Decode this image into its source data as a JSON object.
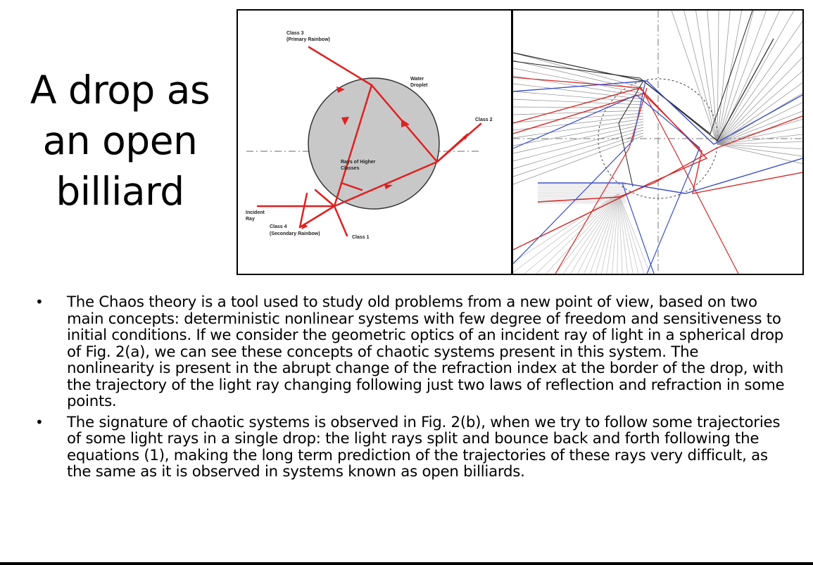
{
  "slide": {
    "title": "A drop as\nan open\nbilliard",
    "figure_a": {
      "labels": {
        "class3": "Class 3",
        "class3_sub": "(Primary Rainbow)",
        "water": "Water",
        "droplet": "Droplet",
        "class2": "Class 2",
        "higher": "Rays of Higher",
        "higher_sub": "Classes",
        "incident": "Incident",
        "ray": "Ray",
        "class4": "Class 4",
        "class4_sub": "(Secondary Rainbow)",
        "class1": "Class 1"
      },
      "colors": {
        "ray": "#e02020",
        "drop_fill": "#c8c8c8",
        "axis": "#888888"
      }
    },
    "figure_b": {
      "colors": {
        "red": "#d22a2a",
        "blue": "#3a4fc8",
        "gray": "#9a9a9a",
        "black": "#222222"
      }
    },
    "bullets": [
      "The Chaos theory is a tool used to study old problems from a new point of view, based on two main concepts: deterministic nonlinear systems with few degree of freedom and sensitiveness to initial conditions. If we consider the geometric optics of an incident ray of light in a spherical drop of Fig. 2(a), we can see these concepts of chaotic systems present in this system. The nonlinearity is present in the abrupt change of the refraction index at the border of the drop, with the trajectory of the light ray changing following just two laws of reflection and refraction in some points.",
      "The signature of chaotic systems is observed in Fig. 2(b), when we try to follow some trajectories of some light rays in a single drop: the light rays split and bounce back and forth following the equations (1), making the long term prediction of the trajectories of these rays very difficult, as the same as it is observed in systems known as open billiards."
    ],
    "bullet_symbol": "•"
  }
}
